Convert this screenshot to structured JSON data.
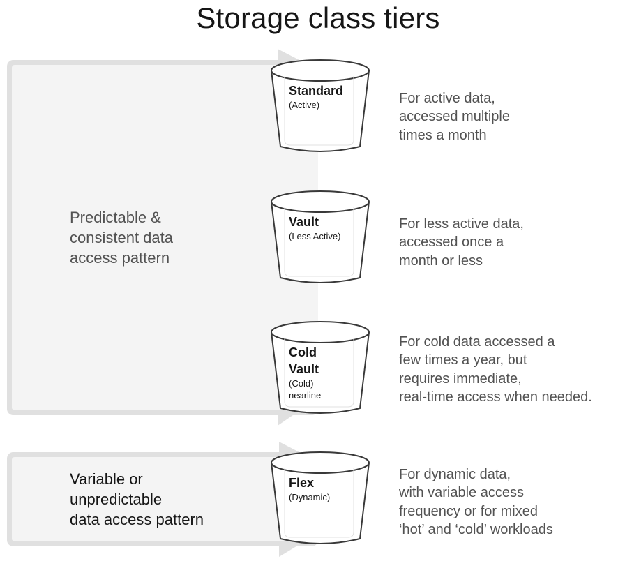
{
  "title": "Storage class tiers",
  "groups": [
    {
      "label_lines": [
        "Predictable &",
        "consistent data",
        "access pattern"
      ]
    },
    {
      "label_lines": [
        "Variable or",
        "unpredictable",
        "data access pattern"
      ]
    }
  ],
  "tiers": [
    {
      "name_lines": [
        "Standard"
      ],
      "sub_lines": [
        "(Active)"
      ],
      "desc_lines": [
        "For active data,",
        "accessed multiple",
        "times a month"
      ]
    },
    {
      "name_lines": [
        "Vault"
      ],
      "sub_lines": [
        "(Less Active)"
      ],
      "desc_lines": [
        "For less active data,",
        "accessed once a",
        "month or less"
      ]
    },
    {
      "name_lines": [
        "Cold",
        "Vault"
      ],
      "sub_lines": [
        "(Cold)",
        "nearline"
      ],
      "desc_lines": [
        "For cold data accessed a",
        "few times a year, but",
        "requires immediate,",
        "real-time access when needed."
      ]
    },
    {
      "name_lines": [
        "Flex"
      ],
      "sub_lines": [
        "(Dynamic)"
      ],
      "desc_lines": [
        "For dynamic data,",
        "with variable access",
        "frequency or for mixed",
        "‘hot’ and ‘cold’ workloads"
      ]
    }
  ],
  "colors": {
    "arrow_fill": "#f4f4f4",
    "arrow_border": "#e0e0e0",
    "bucket_stroke": "#393939",
    "text_dark": "#161616",
    "text_gray": "#525252"
  }
}
